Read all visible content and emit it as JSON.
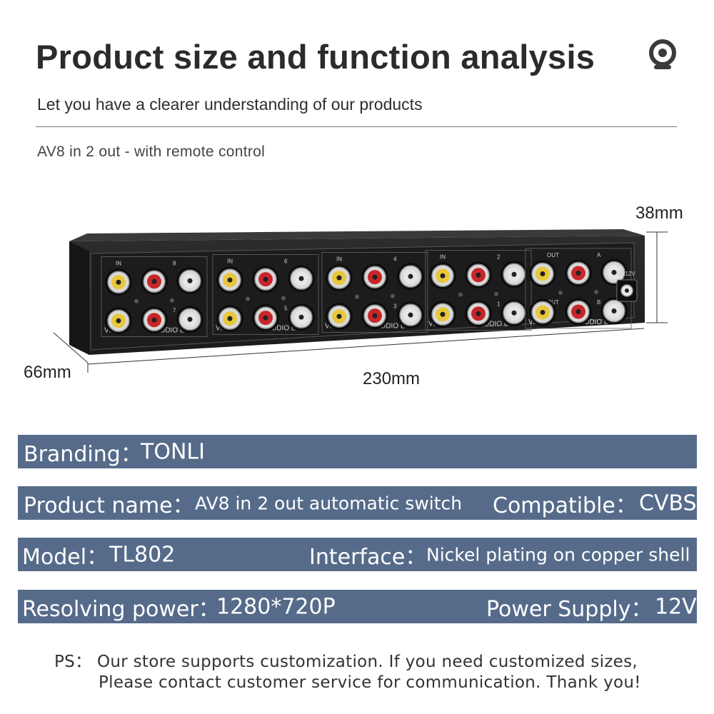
{
  "header": {
    "title": "Product size and function analysis",
    "subtitle": "Let you have a clearer understanding of our products",
    "icon": "webcam-icon"
  },
  "product": {
    "model_line": "AV8 in 2 out - with remote control"
  },
  "dimensions": {
    "height": "38mm",
    "depth": "66mm",
    "width": "230mm"
  },
  "panel": {
    "in_label": "IN",
    "out_label": "OUT",
    "video_label": "VIDEO",
    "audio_label": "R  AUDIO  L",
    "power_label": "DC12V",
    "groups": [
      {
        "top": "8",
        "bottom": "7"
      },
      {
        "top": "6",
        "bottom": "5"
      },
      {
        "top": "4",
        "bottom": "3"
      },
      {
        "top": "2",
        "bottom": "1"
      },
      {
        "top": "A",
        "bottom": "B"
      }
    ]
  },
  "specs": {
    "branding_label": "Branding：",
    "branding_value": "TONLI",
    "product_name_label": "Product name：",
    "product_name_value": "AV8 in 2 out automatic switch",
    "compatible_label": "Compatible：",
    "compatible_value": "CVBS",
    "model_label": "Model：",
    "model_value": "TL802",
    "interface_label": "Interface：",
    "interface_value": "Nickel plating on copper shell",
    "resolving_label": "Resolving power：",
    "resolving_value": "1280*720P",
    "power_label": "Power Supply：",
    "power_value": "12V"
  },
  "footer": {
    "line1": "PS：  Our store supports customization. If you need customized sizes,",
    "line2": "Please contact customer service for communication. Thank you!"
  },
  "colors": {
    "bar": "#566b8a",
    "yellow_jack": "#e8c83a",
    "red_jack": "#c8262a",
    "white_jack": "#e6e6e6"
  }
}
